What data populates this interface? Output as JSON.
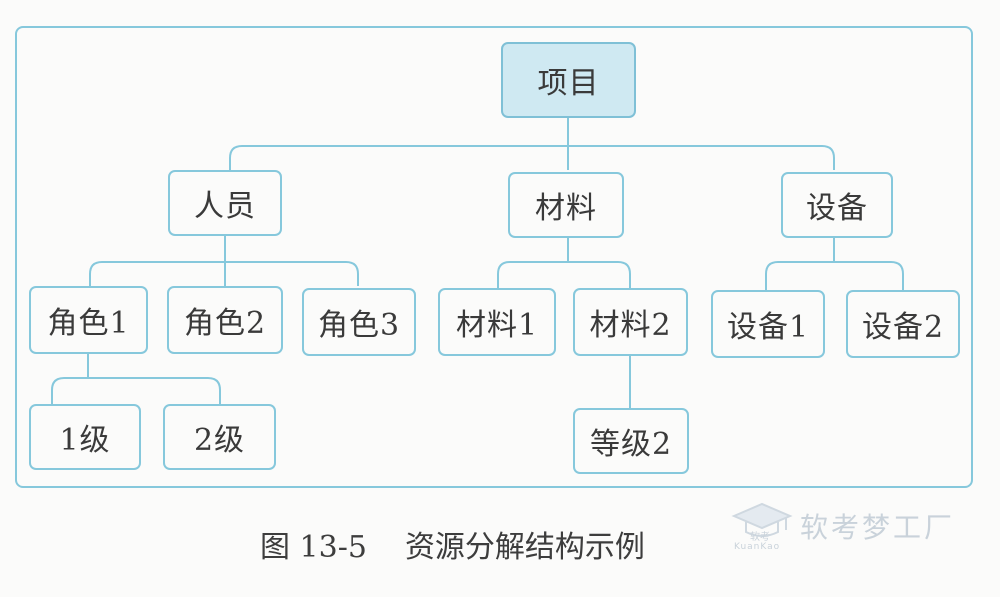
{
  "diagram": {
    "root": "项目",
    "level1": [
      "人员",
      "材料",
      "设备"
    ],
    "people_children": [
      "角色1",
      "角色2",
      "角色3"
    ],
    "role1_children": [
      "1级",
      "2级"
    ],
    "material_children": [
      "材料1",
      "材料2"
    ],
    "material2_children": [
      "等级2"
    ],
    "equipment_children": [
      "设备1",
      "设备2"
    ]
  },
  "caption": {
    "number": "图 13-5",
    "text": "资源分解结构示例"
  },
  "watermark": {
    "text": "软考梦工厂",
    "sub_cn": "软考",
    "sub_en": "KuanKao"
  },
  "colors": {
    "border": "#86c8dc",
    "root_fill": "#cfe9f2",
    "text": "#3a3a3a"
  }
}
